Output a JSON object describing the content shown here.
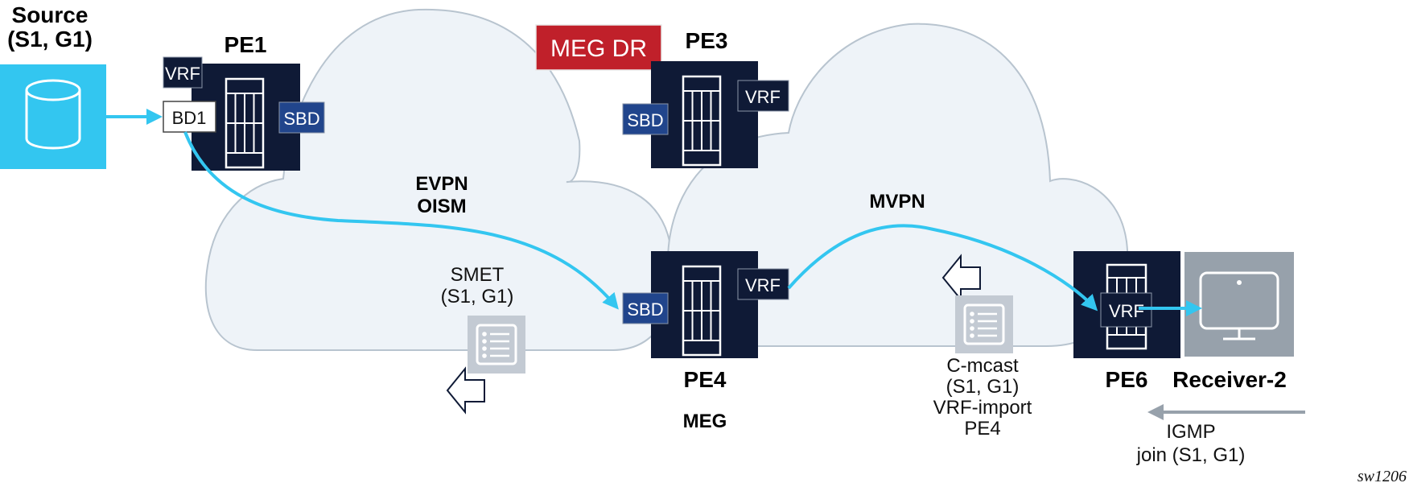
{
  "colors": {
    "cloud_fill": "#eef3f8",
    "cloud_stroke": "#b8c4cf",
    "router_fill": "#0f1a36",
    "sbd_fill": "#21458c",
    "vrf_fill": "#0f1a36",
    "source_fill": "#33c6f0",
    "flow_arrow": "#33c6f0",
    "meg_dr_fill": "#c0202a",
    "message_fill": "#c3cad3",
    "receiver_fill": "#97a1ab",
    "igmp_arrow": "#97a1ab"
  },
  "source": {
    "title_line1": "Source",
    "title_line2": "(S1, G1)",
    "icon": "database-icon"
  },
  "routers": {
    "pe1": {
      "label": "PE1",
      "vrf": "VRF",
      "bd": "BD1",
      "sbd": "SBD"
    },
    "pe3": {
      "label": "PE3",
      "vrf": "VRF",
      "sbd": "SBD",
      "badge": "MEG DR"
    },
    "pe4": {
      "label": "PE4",
      "vrf": "VRF",
      "sbd": "SBD",
      "role": "MEG"
    },
    "pe6": {
      "label": "PE6",
      "vrf": "VRF"
    }
  },
  "clouds": {
    "evpn": {
      "line1": "EVPN",
      "line2": "OISM"
    },
    "mvpn": {
      "line1": "MVPN"
    }
  },
  "messages": {
    "smet": {
      "line1": "SMET",
      "line2": "(S1, G1)",
      "icon": "document-list-icon"
    },
    "cmcast": {
      "line1": "C-mcast",
      "line2": "(S1, G1)",
      "line3": "VRF-import",
      "line4": "PE4",
      "icon": "document-list-icon"
    }
  },
  "receiver": {
    "label": "Receiver-2",
    "icon": "monitor-icon"
  },
  "igmp": {
    "line1": "IGMP",
    "line2": "join (S1, G1)"
  },
  "watermark": "sw1206"
}
